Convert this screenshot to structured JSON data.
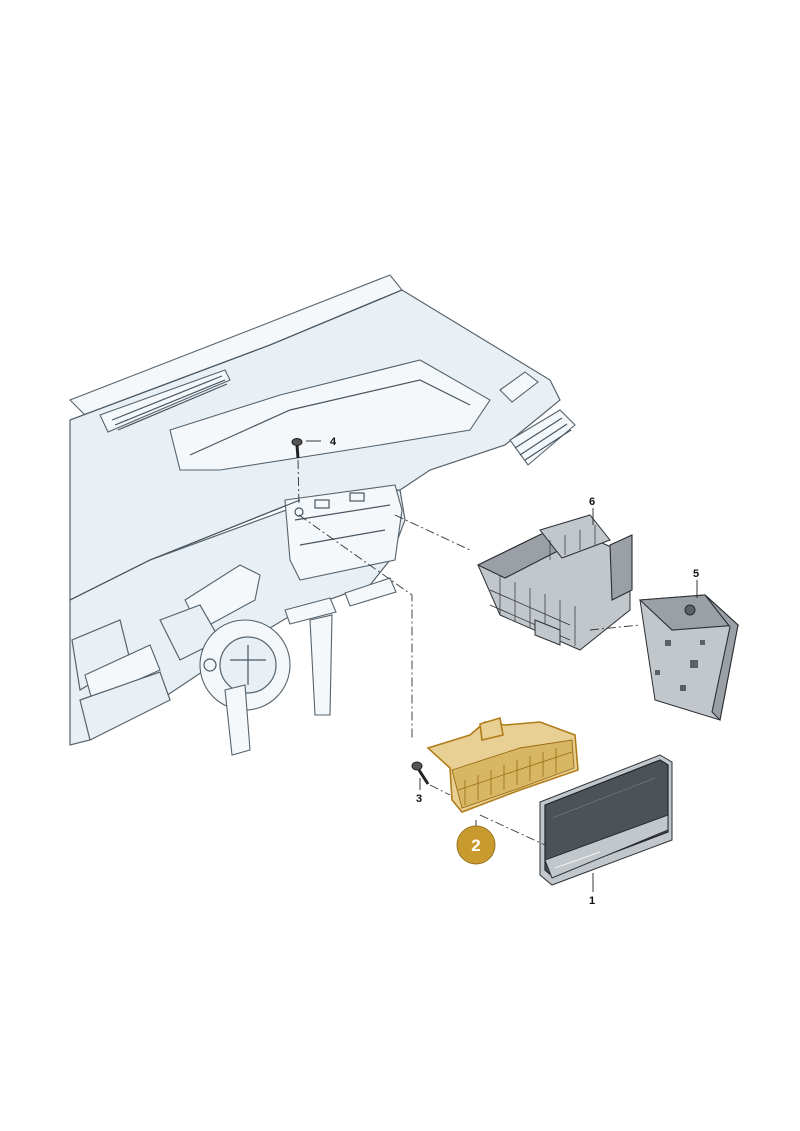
{
  "diagram": {
    "callouts": [
      {
        "id": "1",
        "label": "1"
      },
      {
        "id": "2",
        "label": "2"
      },
      {
        "id": "3",
        "label": "3"
      },
      {
        "id": "4",
        "label": "4"
      },
      {
        "id": "5",
        "label": "5"
      },
      {
        "id": "6",
        "label": "6"
      }
    ],
    "highlighted_part": "2",
    "colors": {
      "highlight_badge": "#c99a2e",
      "highlight_part": "#e8cf94",
      "dashboard": "#e9f0f5",
      "linework": "#4a5660"
    }
  }
}
